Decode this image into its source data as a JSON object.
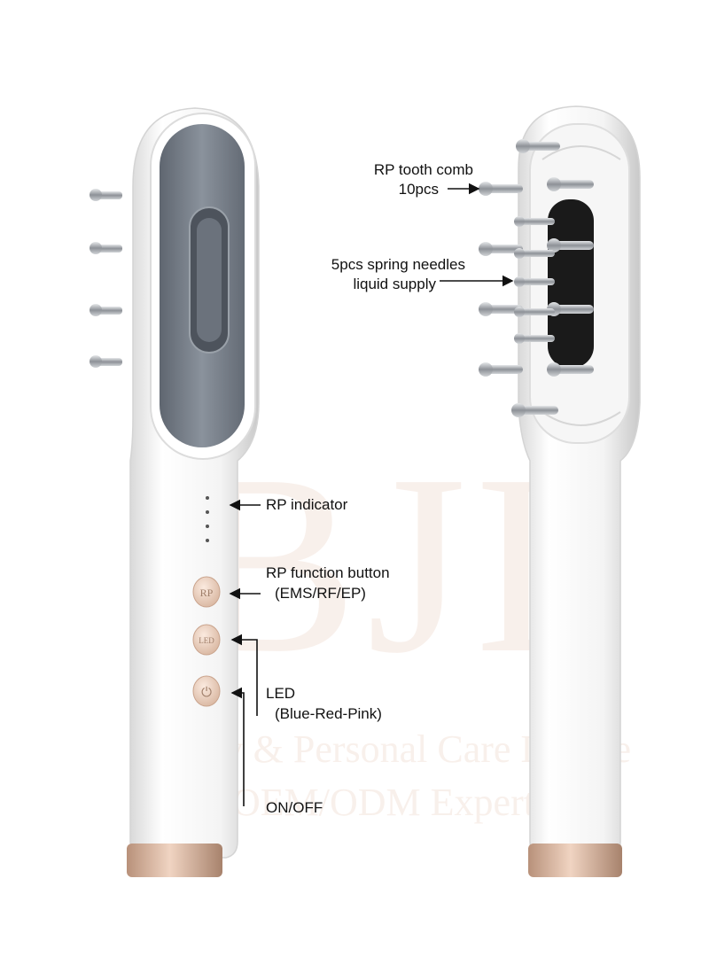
{
  "watermark": {
    "logo": "BJL",
    "line1": "Beauty & Personal Care Device",
    "line2": "OEM/ODM Expert"
  },
  "labels": {
    "tooth_comb": "RP tooth comb",
    "tooth_comb_count": "10pcs",
    "spring_needles": "5pcs spring needles",
    "liquid_supply": "liquid supply",
    "rp_indicator": "RP indicator",
    "rp_function_button": "RP function button",
    "rp_function_modes": "(EMS/RF/EP)",
    "led": "LED",
    "led_colors": "(Blue-Red-Pink)",
    "on_off": "ON/OFF"
  },
  "buttons": {
    "rp_glyph": "RP",
    "led_glyph": "LED",
    "power_glyph": "⏻"
  },
  "colors": {
    "body": "#f4f4f4",
    "panel": "#7d8590",
    "rose_gold": "#d8b59e",
    "chrome": "#9ea2a8",
    "needle_tray": "#1a1a1a"
  }
}
